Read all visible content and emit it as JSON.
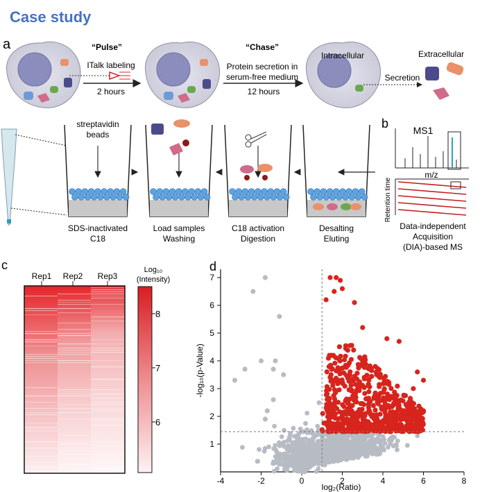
{
  "title": "Case study",
  "panel_a": {
    "letter": "a",
    "pulse_title": "“Pulse”",
    "chase_title": "“Chase”",
    "pulse_label": "ITalk labeling",
    "pulse_time": "2 hours",
    "chase_label_1": "Protein secretion in",
    "chase_label_2": "serum-free medium",
    "chase_time": "12 hours",
    "intracellular": "Intracellular",
    "extracellular": "Extracellular",
    "secretion": "Secretion"
  },
  "workflow": {
    "beads_label_1": "streptavidin",
    "beads_label_2": "beads",
    "steps": [
      {
        "line1": "SDS-inactivated",
        "line2": "C18"
      },
      {
        "line1": "Load samples",
        "line2": "Washing"
      },
      {
        "line1": "C18 activation",
        "line2": "Digestion"
      },
      {
        "line1": "Desalting",
        "line2": "Eluting"
      }
    ]
  },
  "panel_b": {
    "letter": "b",
    "ms1": "MS1",
    "mz": "m/z",
    "retention": "Retention time",
    "dia_1": "Data-independent",
    "dia_2": "Acquisition",
    "dia_3": "(DIA)-based MS"
  },
  "panel_c": {
    "letter": "c",
    "columns": [
      "Rep1",
      "Rep2",
      "Rep3"
    ],
    "legend_title_1": "Log₁₀",
    "legend_title_2": "(Intensity)",
    "legend_ticks": [
      "8",
      "7",
      "6"
    ]
  },
  "chart_data": {
    "type": "scatter",
    "panel": "d",
    "xlabel": "log₂(Ratio)",
    "ylabel": "-log₁₀(p-Value)",
    "xlim": [
      -4,
      8
    ],
    "ylim": [
      0,
      7.3
    ],
    "xticks": [
      "-4",
      "-2",
      "0",
      "2",
      "4",
      "6",
      "8"
    ],
    "yticks": [
      "1",
      "2",
      "3",
      "4",
      "5",
      "6",
      "7"
    ],
    "threshold_x": 1,
    "threshold_y": 1.45,
    "colors": {
      "significant": "#d7241c",
      "not_significant": "#b7bcc4"
    },
    "highlighted_points": [
      [
        -1.8,
        7.0
      ],
      [
        -2.4,
        6.5
      ],
      [
        -1.1,
        5.6
      ],
      [
        -1.3,
        4.0
      ],
      [
        -2.0,
        4.0
      ],
      [
        -1.4,
        3.7
      ],
      [
        -2.8,
        3.7
      ],
      [
        -0.9,
        3.5
      ],
      [
        -3.3,
        3.3
      ],
      [
        -1.4,
        2.6
      ],
      [
        -1.7,
        2.2
      ],
      [
        -1.8,
        1.9
      ],
      [
        1.4,
        7.0
      ],
      [
        1.7,
        7.0
      ],
      [
        1.9,
        6.9
      ],
      [
        2.0,
        6.6
      ],
      [
        1.6,
        6.5
      ],
      [
        1.2,
        6.2
      ],
      [
        2.6,
        6.1
      ],
      [
        3.0,
        5.2
      ],
      [
        4.2,
        4.8
      ],
      [
        4.8,
        4.7
      ],
      [
        5.7,
        3.6
      ],
      [
        6.0,
        3.3
      ],
      [
        5.5,
        3.0
      ],
      [
        6.0,
        2.2
      ]
    ]
  }
}
